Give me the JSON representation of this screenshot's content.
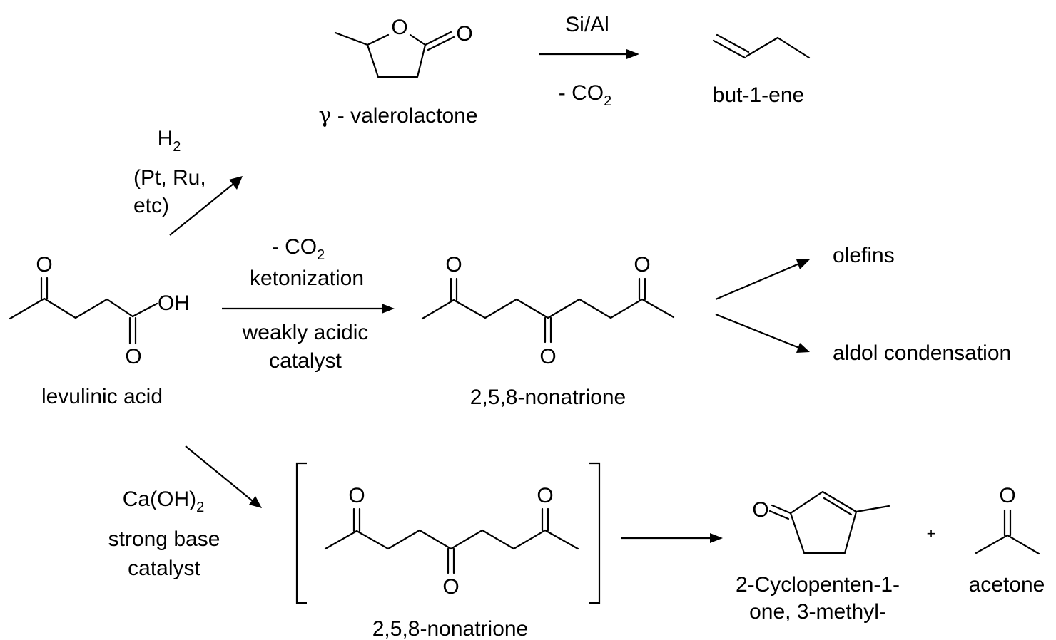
{
  "atoms": {
    "O": "O",
    "OH": "OH"
  },
  "labels": {
    "levulinic_acid": "levulinic acid",
    "gamma_symbol": "γ",
    "valerolactone": " - valerolactone",
    "butene": "but-1-ene",
    "nonatrione_mid": "2,5,8-nonatrione",
    "nonatrione_bottom": "2,5,8-nonatrione",
    "cyclopentenone_line1": "2-Cyclopenten-1-",
    "cyclopentenone_line2": "one, 3-methyl-",
    "acetone": "acetone",
    "olefins": "olefins",
    "aldol": "aldol condensation",
    "plus": "+"
  },
  "conditions": {
    "hydrogenation": {
      "reagent": "H",
      "reagent_sub": "2",
      "line2": "(Pt, Ru,",
      "line3": "etc)"
    },
    "decarboxylation": {
      "above": "Si/Al",
      "below": "- CO",
      "below_sub": "2"
    },
    "ketonization": {
      "line1": "- CO",
      "line1_sub": "2",
      "line2": "ketonization",
      "line3": "weakly acidic",
      "line4": "catalyst"
    },
    "base": {
      "line1": "Ca(OH)",
      "line1_sub": "2",
      "line2": "strong base",
      "line3": "catalyst"
    }
  }
}
